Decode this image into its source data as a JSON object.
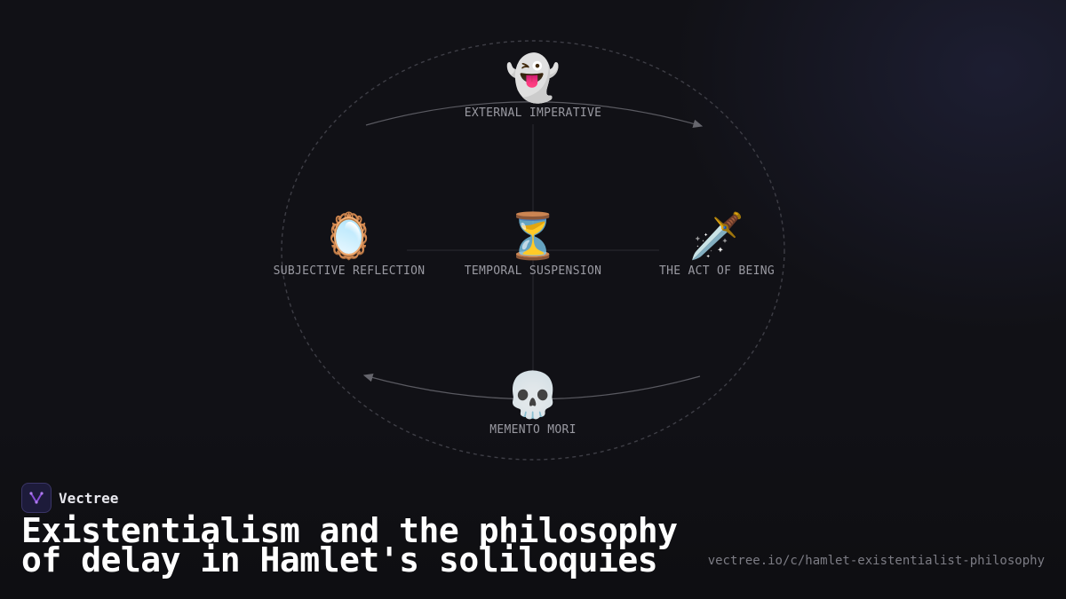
{
  "diagram": {
    "nodes": {
      "top": {
        "icon": "ghost-icon",
        "emoji": "👻",
        "label": "EXTERNAL IMPERATIVE"
      },
      "left": {
        "icon": "mirror-icon",
        "emoji": "🪞",
        "label": "SUBJECTIVE REFLECTION"
      },
      "center": {
        "icon": "hourglass-icon",
        "emoji": "⏳",
        "label": "TEMPORAL SUSPENSION"
      },
      "right": {
        "icon": "dagger-icon",
        "emoji": "🗡️",
        "label": "THE ACT OF BEING"
      },
      "bottom": {
        "icon": "skull-icon",
        "emoji": "💀",
        "label": "MEMENTO MORI"
      }
    },
    "colors": {
      "line": "#55555c",
      "boundary": "#3e3e46"
    }
  },
  "brand": {
    "name": "Vectree",
    "logo_icon": "vectree-logo-icon",
    "logo_color": "#8a4fd8"
  },
  "title": {
    "line1": "Existentialism and the philosophy",
    "line2": "of delay in Hamlet's soliloquies"
  },
  "url": "vectree.io/c/hamlet-existentialist-philosophy"
}
